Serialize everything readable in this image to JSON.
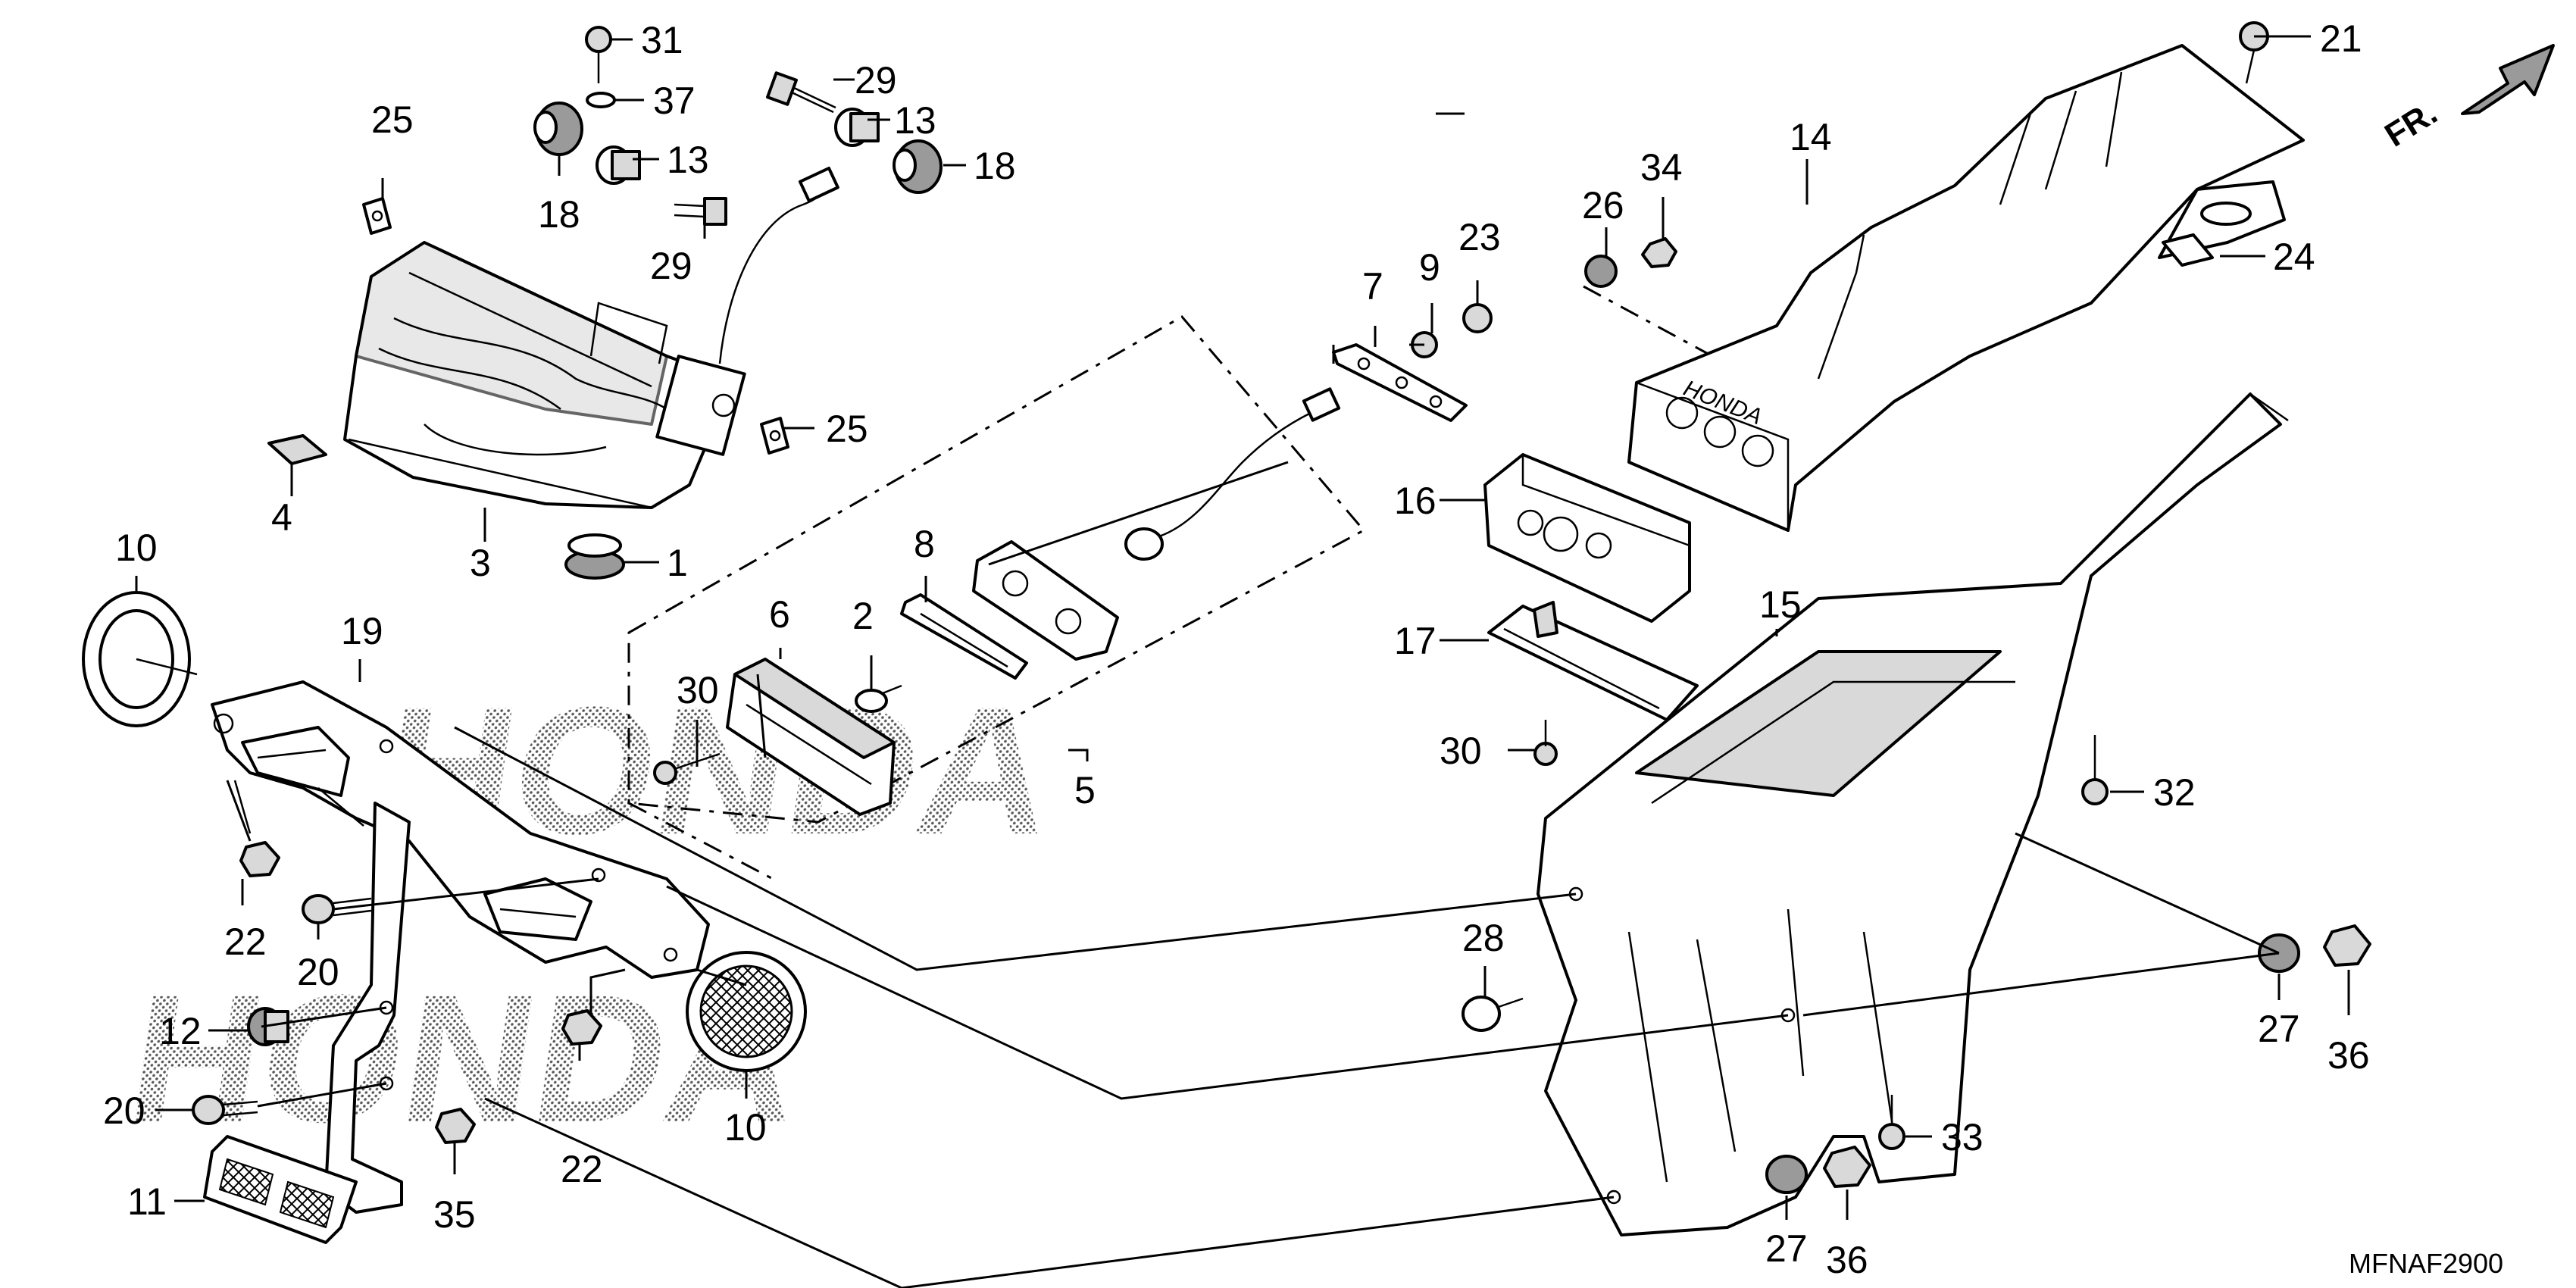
{
  "diagram_code": "MFNAF2900",
  "direction_label": "FR.",
  "callouts": {
    "c1": "1",
    "c2": "2",
    "c3": "3",
    "c4": "4",
    "c5": "5",
    "c6": "6",
    "c7": "7",
    "c8": "8",
    "c9": "9",
    "c10a": "10",
    "c10b": "10",
    "c11": "11",
    "c12": "12",
    "c13a": "13",
    "c13b": "13",
    "c14": "14",
    "c15": "15",
    "c16": "16",
    "c17": "17",
    "c18a": "18",
    "c18b": "18",
    "c19": "19",
    "c20a": "20",
    "c20b": "20",
    "c21": "21",
    "c22a": "22",
    "c22b": "22",
    "c23": "23",
    "c24": "24",
    "c25a": "25",
    "c25b": "25",
    "c26": "26",
    "c27a": "27",
    "c27b": "27",
    "c28": "28",
    "c29a": "29",
    "c29b": "29",
    "c30a": "30",
    "c30b": "30",
    "c31": "31",
    "c32": "32",
    "c33": "33",
    "c34": "34",
    "c35": "35",
    "c36a": "36",
    "c36b": "36",
    "c37": "37"
  }
}
